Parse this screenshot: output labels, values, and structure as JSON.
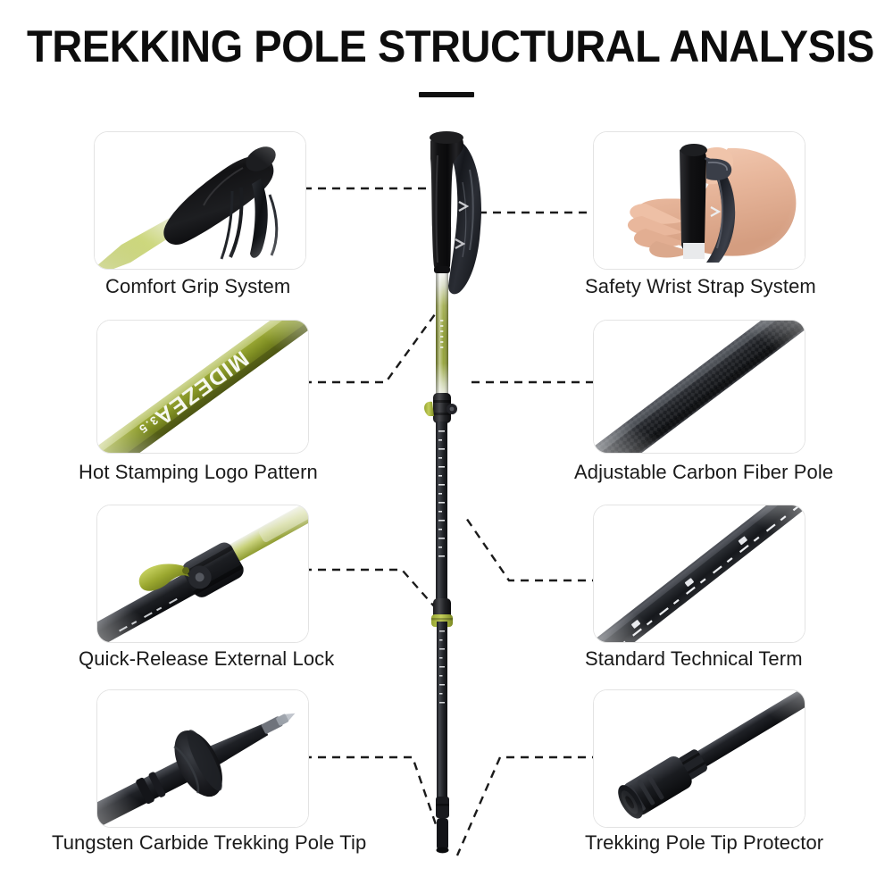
{
  "header": {
    "title": "TREKKING POLE STRUCTURAL ANALYSIS",
    "divider": "title-underline-rule"
  },
  "theme": {
    "background": "#ffffff",
    "title_color": "#0d0d0d",
    "caption_color": "#1a1a1a",
    "card_border": "#e3e3e3",
    "connector_color": "#1a1a1a",
    "accent_olive": "#8a9a2b",
    "accent_olive_light": "#b4c04a",
    "carbon_black": "#2b2d31",
    "grip_black": "#141414"
  },
  "features": [
    {
      "id": "comfort-grip-system",
      "label": "Comfort Grip System",
      "side": "left",
      "row": 1,
      "photo": "black-foam-grip-with-strap"
    },
    {
      "id": "safety-wrist-strap-system",
      "label": "Safety Wrist Strap System",
      "side": "right",
      "row": 1,
      "photo": "hand-holding-grip-with-wrist-strap"
    },
    {
      "id": "hot-stamping-logo-pattern",
      "label": "Hot Stamping Logo Pattern",
      "side": "left",
      "row": 2,
      "photo": "olive-shaft-with-white-brand-lettering",
      "brand_text": "MIDEZEA"
    },
    {
      "id": "adjustable-carbon-fiber-pole",
      "label": "Adjustable Carbon Fiber Pole",
      "side": "right",
      "row": 2,
      "photo": "carbon-fiber-tube-closeup"
    },
    {
      "id": "quick-release-external-lock",
      "label": "Quick-Release External Lock",
      "side": "left",
      "row": 3,
      "photo": "olive-flip-lever-clamp-lock"
    },
    {
      "id": "standard-technical-term",
      "label": "Standard Technical Term",
      "side": "right",
      "row": 3,
      "photo": "shaft-with-printed-measurement-scale"
    },
    {
      "id": "tungsten-carbide-trekking-pole-tip",
      "label": "Tungsten Carbide Trekking Pole Tip",
      "side": "left",
      "row": 4,
      "photo": "carbide-tip-with-basket"
    },
    {
      "id": "trekking-pole-tip-protector",
      "label": "Trekking Pole Tip Protector",
      "side": "right",
      "row": 4,
      "photo": "rubber-tip-protector-cap"
    }
  ],
  "product": {
    "name": "telescoping-trekking-pole",
    "sections": [
      {
        "name": "grip",
        "finish": "black-foam"
      },
      {
        "name": "wrist-strap",
        "finish": "camo-webbing"
      },
      {
        "name": "upper-shaft",
        "finish": "olive-green-gradient"
      },
      {
        "name": "upper-lock",
        "finish": "olive-flip-lever"
      },
      {
        "name": "mid-shaft",
        "finish": "carbon-with-scale"
      },
      {
        "name": "lower-lock",
        "finish": "olive-flip-lever"
      },
      {
        "name": "lower-shaft",
        "finish": "carbon-black"
      },
      {
        "name": "tip-protector",
        "finish": "rubber-cap"
      }
    ]
  }
}
